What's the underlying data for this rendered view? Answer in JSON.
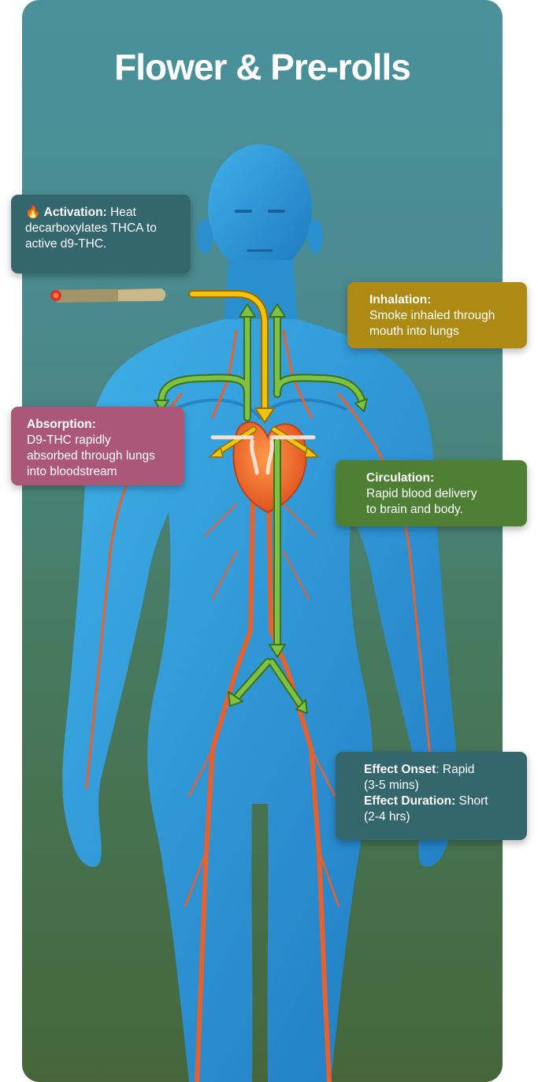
{
  "title": "Flower & Pre-rolls",
  "activation": {
    "icon": "fire-icon",
    "label": "Activation:",
    "text_1": " Heat",
    "text_2": "decarboxylates THCA to",
    "text_3": "active d9-THC."
  },
  "inhalation": {
    "label": "Inhalation:",
    "text_1": "Smoke inhaled through",
    "text_2": "mouth into lungs"
  },
  "absorption": {
    "label": "Absorption:",
    "text_1": "D9-THC rapidly",
    "text_2": "absorbed through lungs",
    "text_3": "into bloodstream"
  },
  "circulation": {
    "label": "Circulation:",
    "text_1": "Rapid blood delivery",
    "text_2": "to brain and body."
  },
  "effect": {
    "onset_label": "Effect Onset",
    "onset_value_1": ": Rapid",
    "onset_value_2": "(3-5 mins)",
    "duration_label": "Effect Duration:",
    "duration_value_1": " Short",
    "duration_value_2": "(2-4 hrs)"
  },
  "colors": {
    "inhale_arrow": "#f4c20d",
    "circulation_arrow": "#7cc243",
    "body": "#2f98d6",
    "vessels": "#e8602c"
  }
}
